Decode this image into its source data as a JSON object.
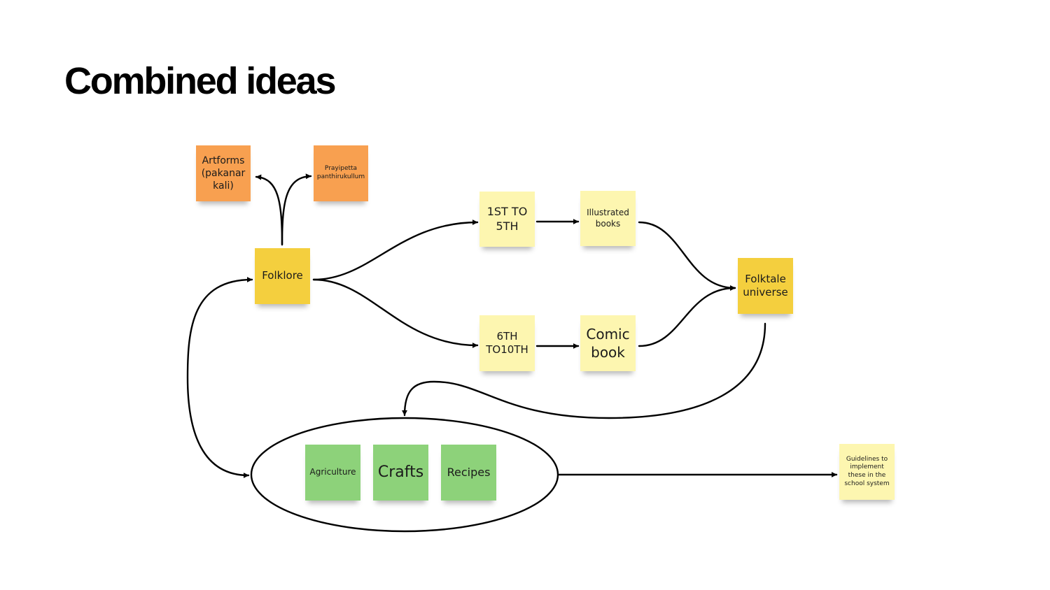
{
  "title": "Combined ideas",
  "colors": {
    "orange": "#f8a050",
    "gold": "#f4cf3e",
    "pale": "#fdf6b0",
    "green": "#8dd27a",
    "line": "#000000"
  },
  "notes": {
    "artforms": "Artforms (pakanar kali)",
    "prayipetta": "Prayipetta panthirukullum",
    "folklore": "Folklore",
    "grade_1_5": "1ST TO 5TH",
    "grade_6_10": "6TH TO10TH",
    "illustrated": "Illustrated books",
    "comic": "Comic book",
    "folktale": "Folktale universe",
    "agriculture": "Agriculture",
    "crafts": "Crafts",
    "recipes": "Recipes",
    "guidelines": "Guidelines to implement these in the school system"
  }
}
